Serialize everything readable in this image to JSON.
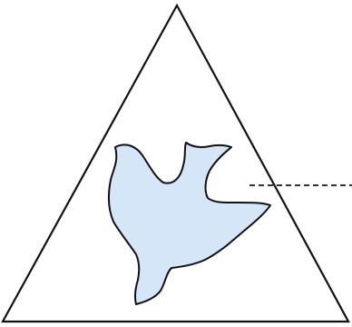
{
  "diagram": {
    "shapes": [
      {
        "kind": "triangle",
        "fill": "#ffffff",
        "stroke": "#111111"
      },
      {
        "kind": "dove-silhouette",
        "fill": "#d4e6f8",
        "stroke": "#111111"
      }
    ],
    "pointer": {
      "kind": "dashed-leader-line",
      "stroke": "#333333"
    }
  }
}
